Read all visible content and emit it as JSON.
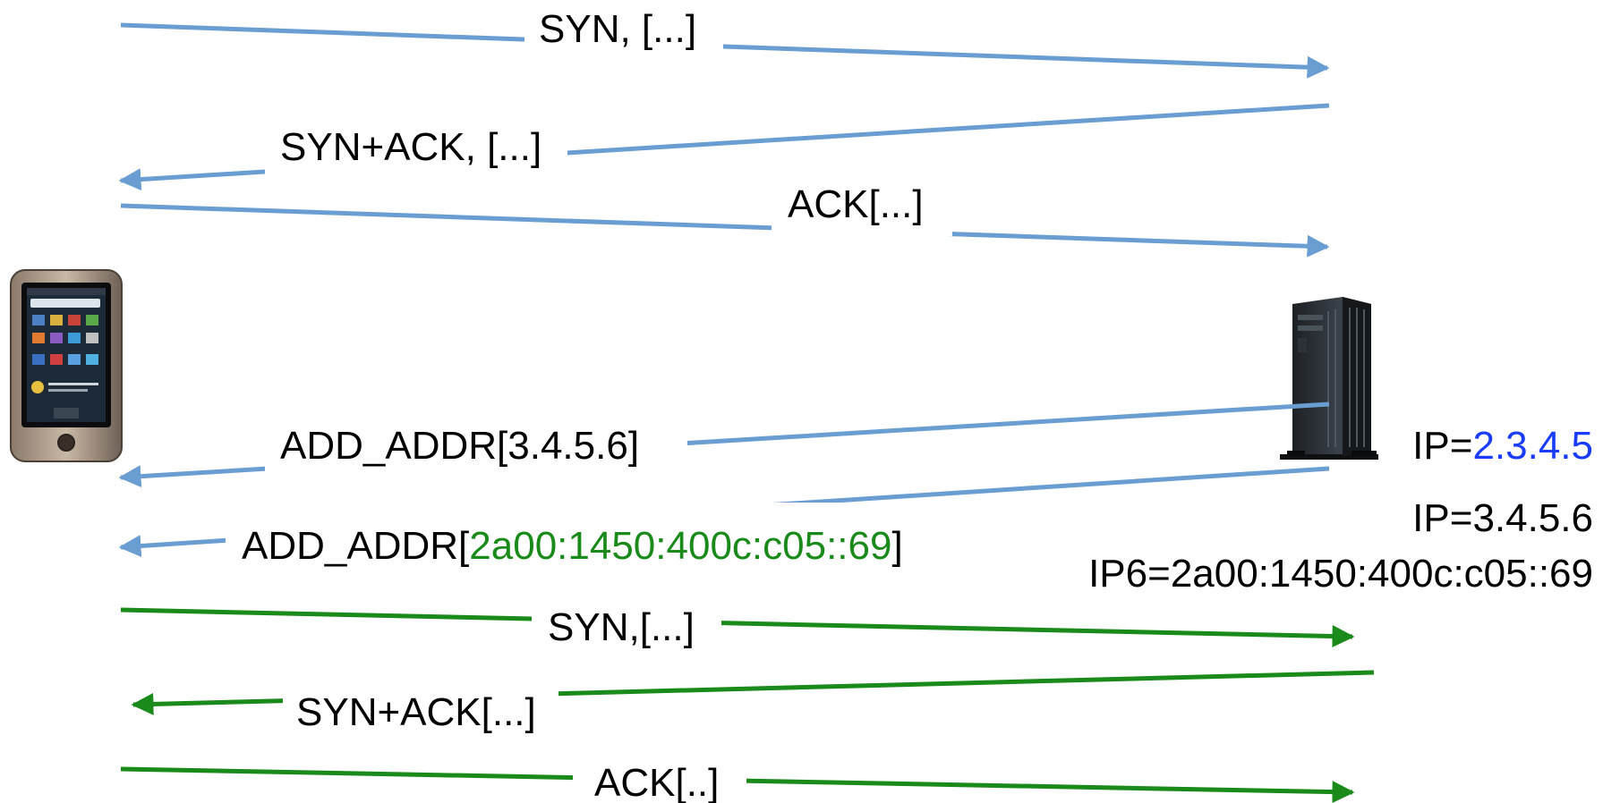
{
  "colors": {
    "initial_flow": "#6a9ed3",
    "new_flow": "#1a8a1a",
    "ip_highlight": "#1a3cff",
    "ipv6_highlight": "#1a8a1a"
  },
  "icons": {
    "client": "smartphone-icon",
    "server": "server-tower-icon"
  },
  "messages": [
    {
      "label": "SYN, [...]"
    },
    {
      "label": "SYN+ACK, [...]"
    },
    {
      "label": "ACK[...]"
    },
    {
      "label": "ADD_ADDR[3.4.5.6]"
    },
    {
      "prefix": "ADD_ADDR[",
      "value": "2a00:1450:400c:c05::69",
      "suffix": "]"
    },
    {
      "label": "SYN,[...]"
    },
    {
      "label": "SYN+ACK[...]"
    },
    {
      "label": "ACK[..]"
    }
  ],
  "server_addresses": {
    "ip_primary_prefix": "IP=",
    "ip_primary_value": "2.3.4.5",
    "ip_secondary": "IP=3.4.5.6",
    "ip6": "IP6=2a00:1450:400c:c05::69"
  }
}
